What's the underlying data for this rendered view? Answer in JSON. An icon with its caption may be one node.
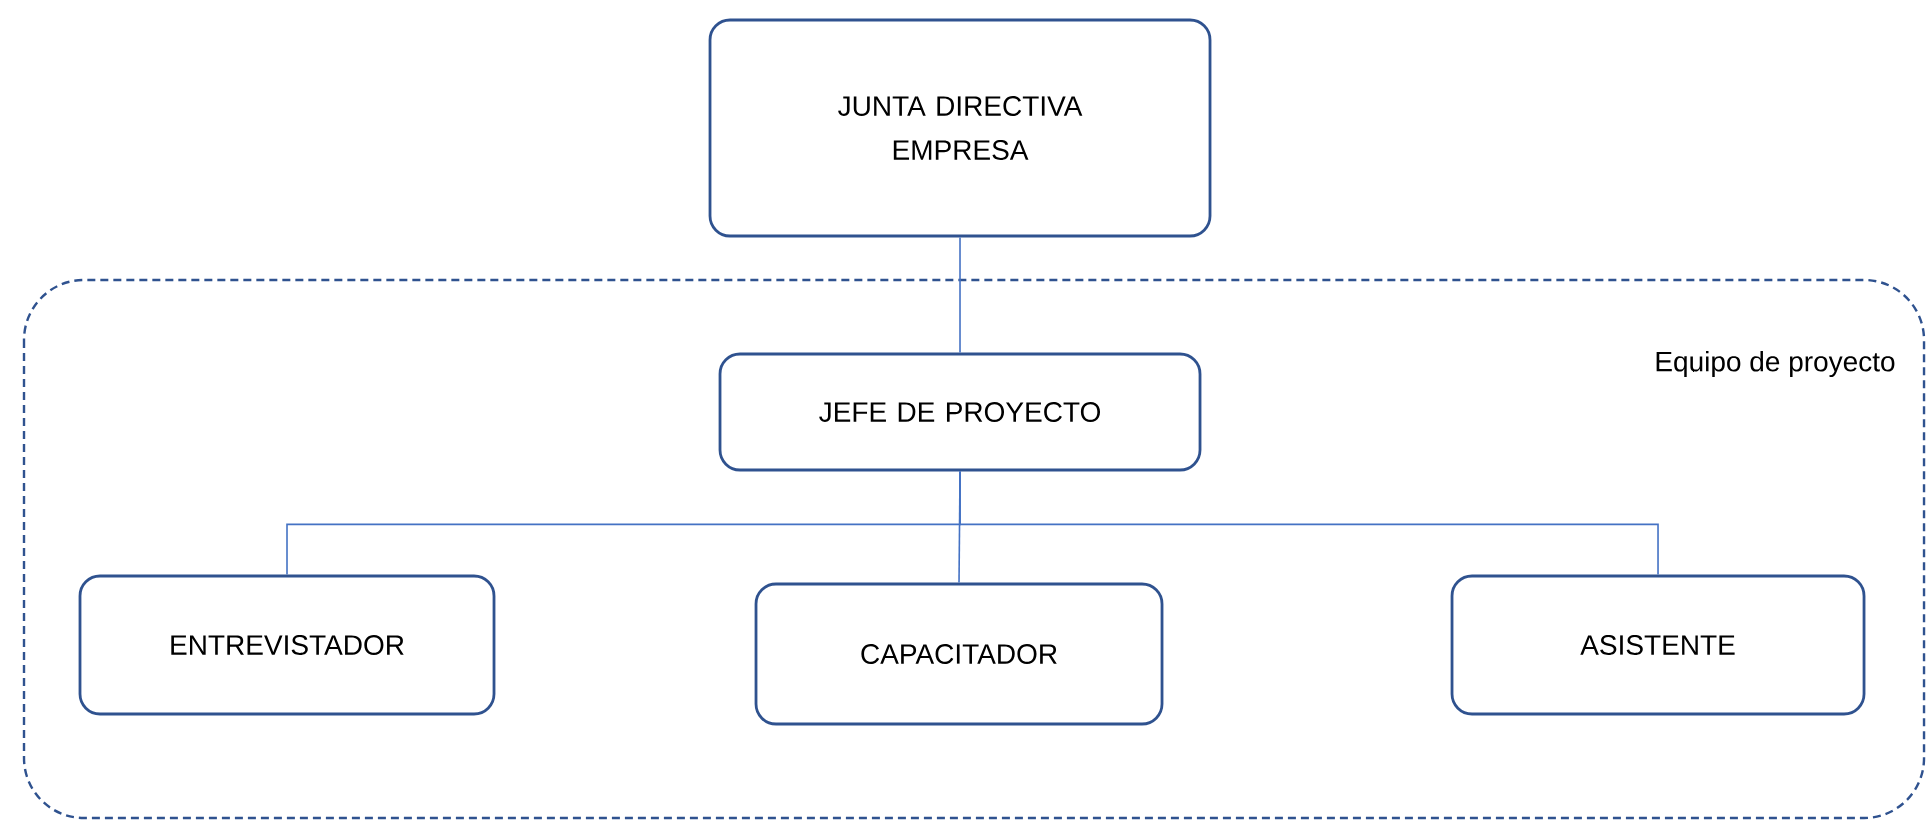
{
  "diagram": {
    "nodes": [
      {
        "text": [
          "JUNTA DIRECTIVA EMPRESA"
        ]
      },
      {
        "text": [
          "Equipo de proyecto"
        ]
      },
      {
        "text": [
          "JEFE DE PROYECTO"
        ],
        "in": 1
      },
      {
        "text": [
          "ENTREVISTADOR"
        ],
        "in": 1
      },
      {
        "text": [
          "CAPACITADOR"
        ],
        "in": 1
      },
      {
        "text": [
          "ASISTENTE"
        ],
        "in": 1
      }
    ],
    "edges": [
      {
        "from": 0,
        "to": 2,
        "arrow": "none"
      },
      {
        "from": 2,
        "to": 3,
        "arrow": "none"
      },
      {
        "from": 2,
        "to": 4,
        "arrow": "none"
      },
      {
        "from": 2,
        "to": 5,
        "arrow": "none"
      }
    ]
  }
}
